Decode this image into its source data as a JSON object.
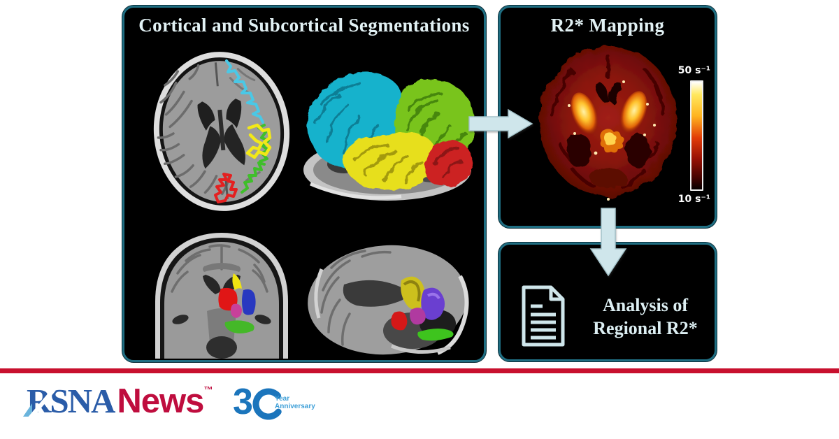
{
  "panels": {
    "segmentation": {
      "title": "Cortical and Subcortical Segmentations"
    },
    "r2_mapping": {
      "title": "R2* Mapping",
      "colorbar": {
        "top_label": "50 s⁻¹",
        "bottom_label": "10 s⁻¹"
      }
    },
    "analysis": {
      "line1": "Analysis of",
      "line2": "Regional R2*"
    }
  },
  "footer": {
    "rsna": "RSNA",
    "news": "News",
    "trademark": "™",
    "anniversary": {
      "number": "3",
      "year": "Year",
      "label": "Anniversary"
    }
  },
  "icons": {
    "document": "document-icon",
    "arrow_right": "arrow-right-icon",
    "arrow_down": "arrow-down-icon"
  },
  "colors": {
    "panel_border": "#1f6e82",
    "panel_background": "#000000",
    "panel_text": "#e2f1f4",
    "arrow_fill": "#cfe6eb",
    "divider_red": "#c8102e",
    "rsna_blue": "#2a5ca8",
    "news_red": "#bf0d3e",
    "anniversary_blue": "#1b75bc",
    "anniversary_light_blue": "#3fa0d8",
    "seg_cyan": "#4ac8e6",
    "seg_green": "#3fbf2a",
    "seg_yellow": "#f2e818",
    "seg_red": "#e42020"
  }
}
